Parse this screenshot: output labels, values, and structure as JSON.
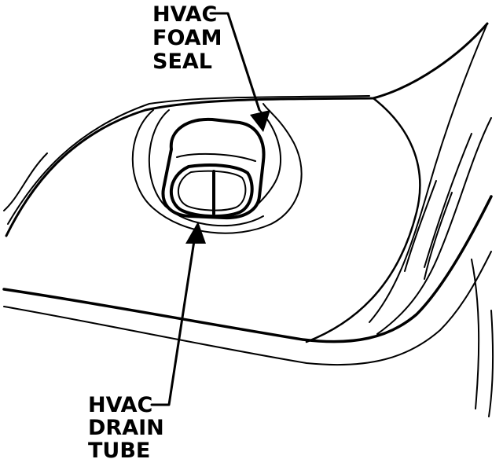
{
  "callouts": {
    "foam_seal": {
      "lines": [
        "HVAC",
        "FOAM",
        "SEAL"
      ]
    },
    "drain_tube": {
      "lines": [
        "HVAC",
        "DRAIN",
        "TUBE"
      ]
    }
  },
  "colors": {
    "ink": "#000000",
    "background": "#ffffff"
  }
}
